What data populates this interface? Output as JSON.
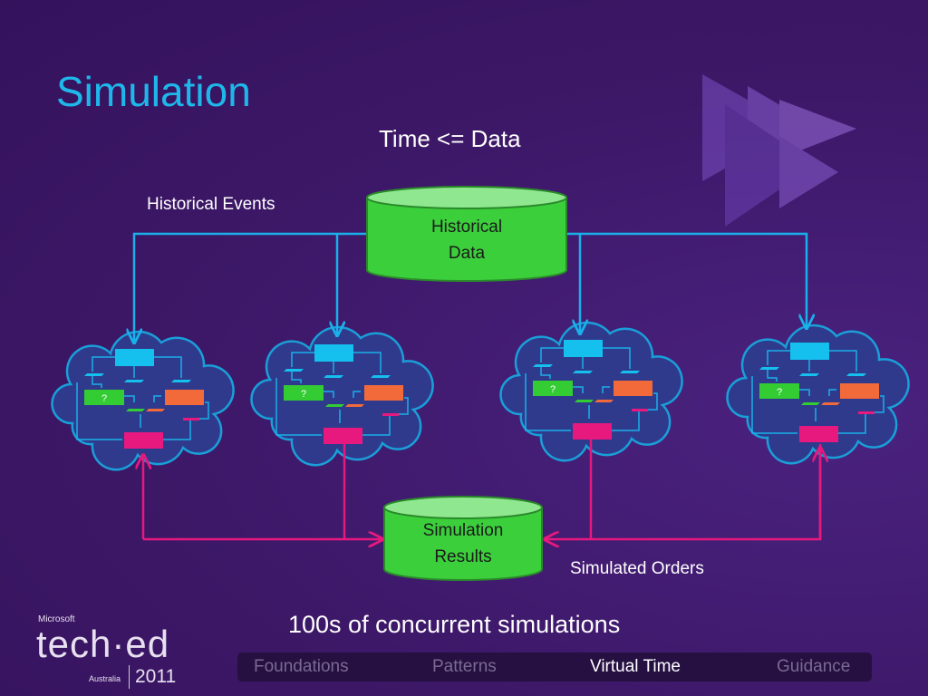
{
  "slide": {
    "title": "Simulation",
    "subtitle": "Time <= Data",
    "caption": "100s of concurrent simulations"
  },
  "diagram": {
    "historical_events_label": "Historical Events",
    "historical_data": {
      "line1": "Historical",
      "line2": "Data"
    },
    "simulation_results": {
      "line1": "Simulation",
      "line2": "Results"
    },
    "simulated_orders_label": "Simulated Orders",
    "simulations": [
      {
        "question": "?"
      },
      {
        "question": "?"
      },
      {
        "question": "?"
      },
      {
        "question": "?"
      }
    ],
    "colors": {
      "input_line": "#1ab0ea",
      "output_line": "#e5197e",
      "cylinder": "#3ccf3c",
      "cylinder_top": "#8fe88f",
      "cloud_fill": "#2f3a8c",
      "cloud_stroke": "#1a9fd8",
      "blue_box": "#15c0ee",
      "green_box": "#33cc33",
      "orange_box": "#f26a3a",
      "pink_box": "#e8197e"
    }
  },
  "logo": {
    "brand": "Microsoft",
    "product": "tech·ed",
    "region": "Australia",
    "year": "2011"
  },
  "nav": {
    "items": [
      {
        "label": "Foundations",
        "active": false
      },
      {
        "label": "Patterns",
        "active": false
      },
      {
        "label": "Virtual Time",
        "active": true
      },
      {
        "label": "Guidance",
        "active": false
      }
    ]
  }
}
